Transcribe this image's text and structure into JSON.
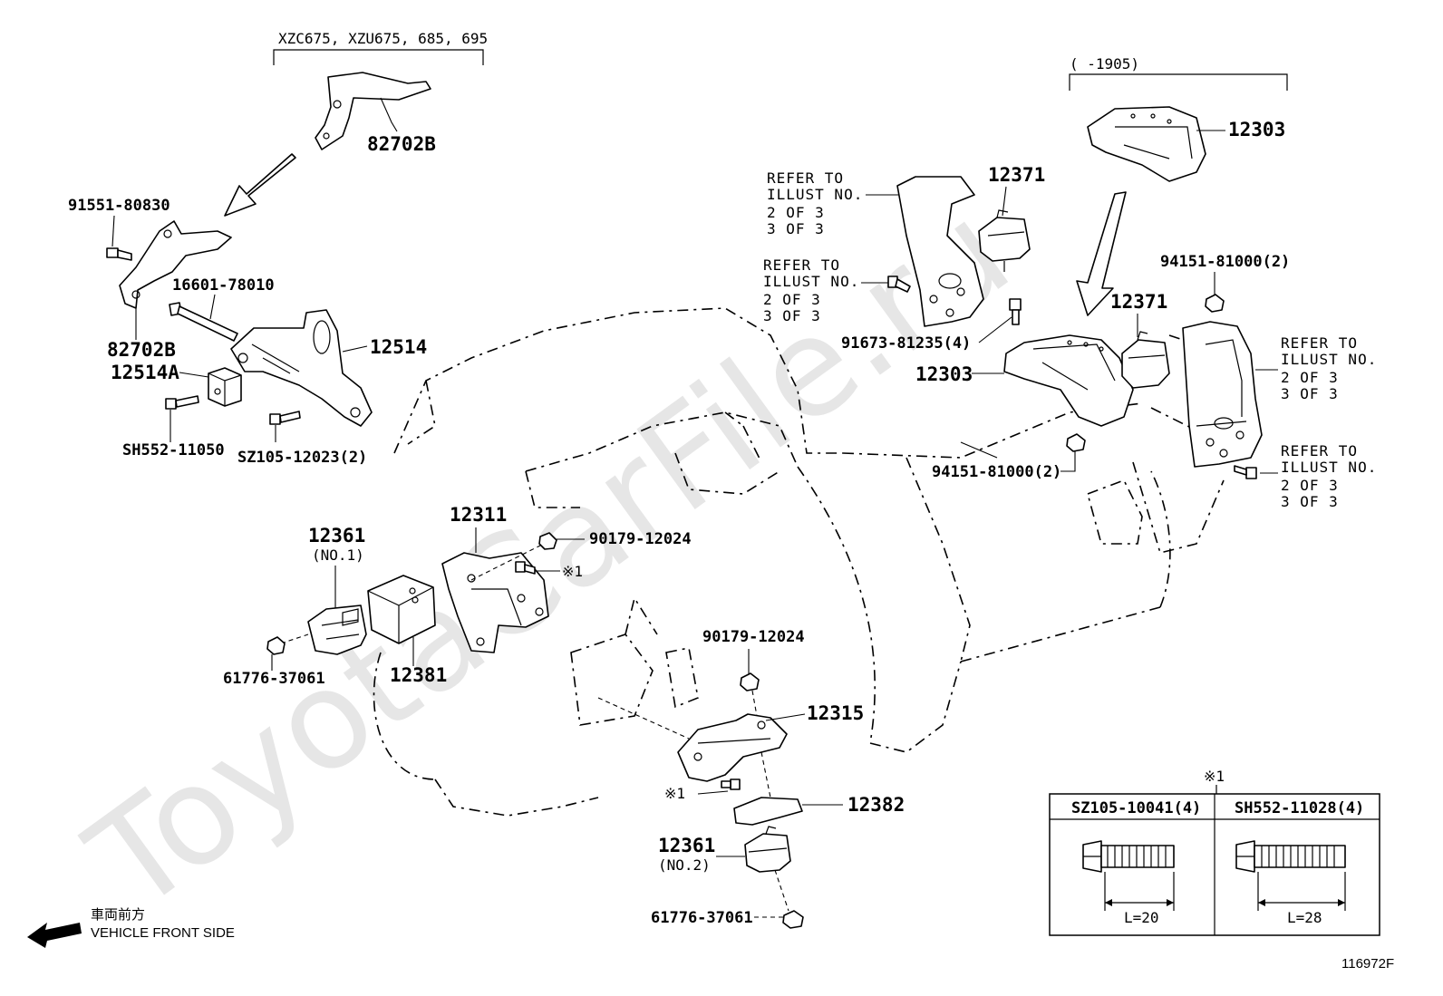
{
  "watermark": "ToyotaCarFile.ru",
  "diagram_id": "116972F",
  "front_side": {
    "jp": "車両前方",
    "en": "VEHICLE FRONT SIDE"
  },
  "groups": {
    "top_left_range": "XZC675, XZU675, 685, 695",
    "top_right_range": "(      -1905)"
  },
  "refer_to": [
    "REFER TO",
    "ILLUST NO.",
    "2 OF 3",
    "3 OF 3"
  ],
  "parts": {
    "p82702B_top": "82702B",
    "p82702B": "82702B",
    "p91551": "91551-80830",
    "p16601": "16601-78010",
    "p12514": "12514",
    "p12514A": "12514A",
    "pSH552_11050": "SH552-11050",
    "pSZ105_12023": "SZ105-12023(2)",
    "p12361_1": "12361",
    "p12361_1_note": "(NO.1)",
    "p12311": "12311",
    "p90179_a": "90179-12024",
    "p_ref1_a": "※1",
    "p12381": "12381",
    "p61776_a": "61776-37061",
    "p90179_b": "90179-12024",
    "p12315": "12315",
    "p_ref1_b": "※1",
    "p12382": "12382",
    "p12361_2": "12361",
    "p12361_2_note": "(NO.2)",
    "p61776_b": "61776-37061",
    "p12303_top": "12303",
    "p12371_a": "12371",
    "p91673": "91673-81235(4)",
    "p12303": "12303",
    "p12371_b": "12371",
    "p94151_a": "94151-81000(2)",
    "p94151_b": "94151-81000(2)"
  },
  "bolt_table": {
    "marker": "※1",
    "columns": [
      {
        "part": "SZ105-10041(4)",
        "length": "L=20"
      },
      {
        "part": "SH552-11028(4)",
        "length": "L=28"
      }
    ]
  }
}
